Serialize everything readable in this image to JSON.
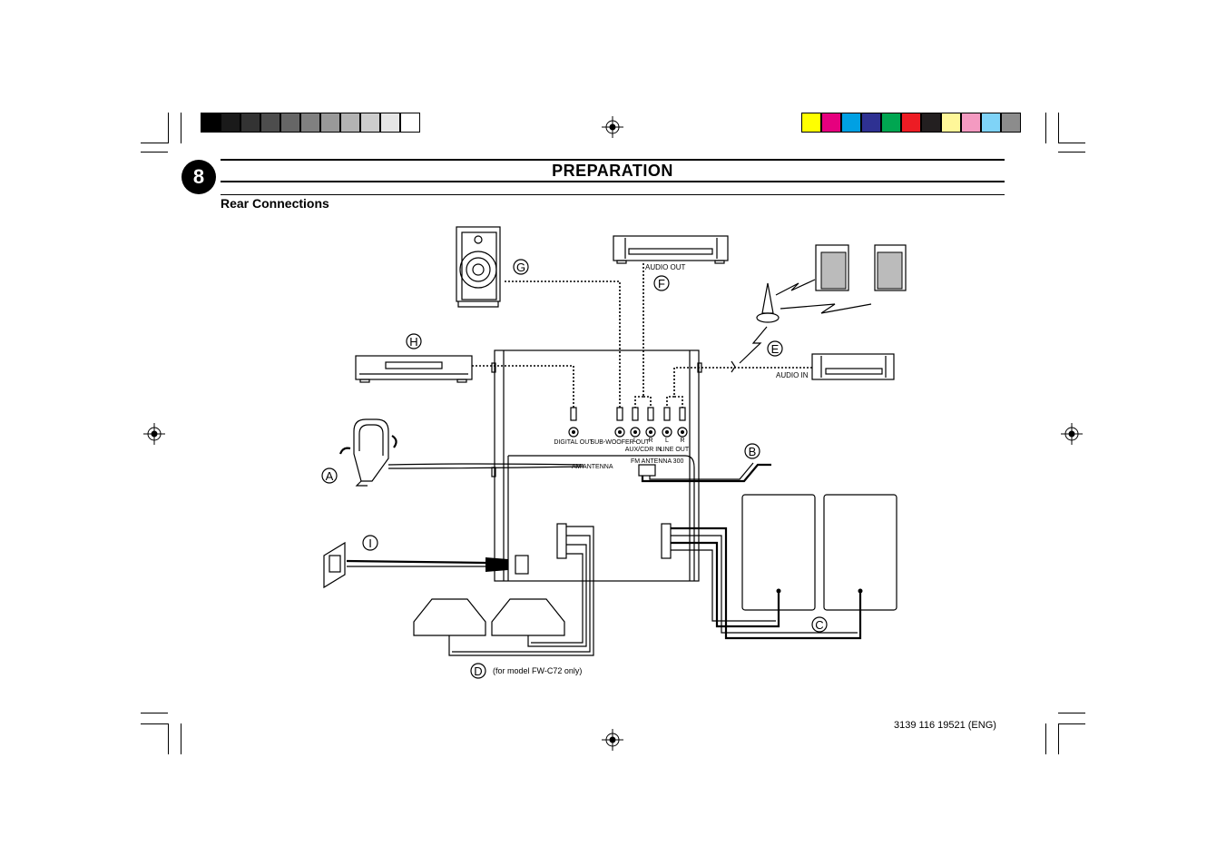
{
  "header": {
    "page_number": "8",
    "title": "PREPARATION",
    "subtitle": "Rear Connections"
  },
  "print_marks": {
    "gray_bar_colors": [
      "#000000",
      "#1a1a1a",
      "#333333",
      "#4d4d4d",
      "#666666",
      "#808080",
      "#999999",
      "#b3b3b3",
      "#cccccc",
      "#e6e6e6",
      "#ffffff"
    ],
    "color_bar_colors": [
      "#ffff00",
      "#e6007e",
      "#00a0e3",
      "#2e3192",
      "#00a651",
      "#ed1c24",
      "#231f20",
      "#fff799",
      "#f49ac1",
      "#7fd3f7",
      "#8c8c8c"
    ]
  },
  "diagram": {
    "callouts": [
      "A",
      "B",
      "C",
      "D",
      "E",
      "F",
      "G",
      "H",
      "I"
    ],
    "labels": {
      "audio_out": "AUDIO OUT",
      "audio_in": "AUDIO IN",
      "digital_out": "DIGITAL OUT",
      "sub_woofer_out": "SUB-WOOFER OUT",
      "aux_cdr_in": "AUX/CDR IN",
      "line_out": "LINE OUT",
      "fm_antenna": "FM ANTENNA 300",
      "am_antenna": "AM ANTENNA",
      "left": "L",
      "right": "R",
      "note_d": "(for model FW-C72 only)"
    }
  },
  "footer": {
    "doc_code": "3139 116 19521 (ENG)"
  }
}
